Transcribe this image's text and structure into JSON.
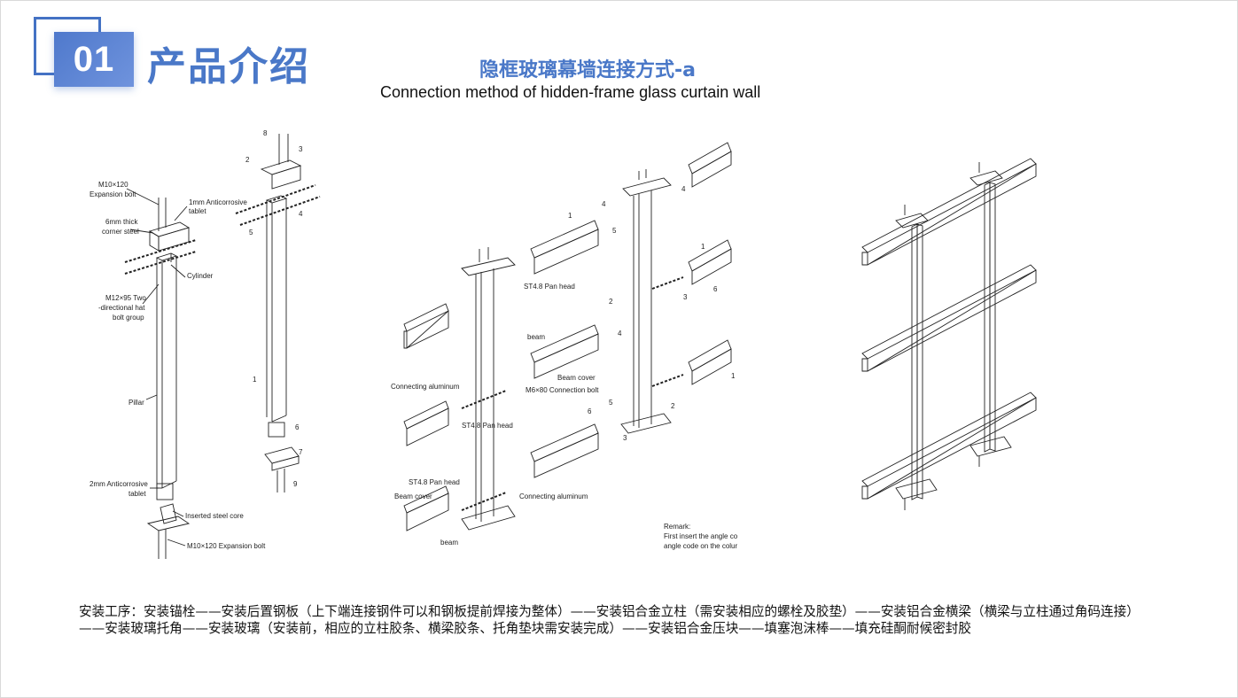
{
  "header": {
    "section_number": "01",
    "section_title": "产品介绍",
    "title_cn": "隐框玻璃幕墙连接方式-a",
    "title_en": "Connection method of hidden-frame glass curtain wall"
  },
  "diagram_labels": {
    "expansion_bolt_top": "M10×120",
    "expansion_bolt_top2": "Expansion bolt",
    "anticorrosive_1mm": "1mm Anticorrosive",
    "anticorrosive_1mm2": "tablet",
    "corner_steel": "6mm thick",
    "corner_steel2": "corner steel",
    "cylinder": "Cylinder",
    "hat_bolt": "M12×95 Two",
    "hat_bolt2": "-directional hat",
    "hat_bolt3": "bolt group",
    "pillar": "Pillar",
    "anticorrosive_2mm": "2mm Anticorrosive",
    "anticorrosive_2mm2": "tablet",
    "inserted_steel_core": "Inserted steel core",
    "expansion_bolt_bottom": "M10×120 Expansion bolt",
    "pan_head_1": "ST4.8 Pan head",
    "beam_1": "beam",
    "beam_cover_1": "Beam cover",
    "connection_bolt": "M6×80 Connection bolt",
    "connecting_aluminum_1": "Connecting aluminum",
    "pan_head_2": "ST4.8 Pan head",
    "pan_head_3": "ST4.8 Pan head",
    "beam_cover_2": "Beam cover",
    "connecting_aluminum_2": "Connecting aluminum",
    "beam_2": "beam",
    "remark_1": "Remark:",
    "remark_2": "First insert the angle co",
    "remark_3": "angle code on the colur",
    "n1": "1",
    "n2": "2",
    "n3": "3",
    "n4": "4",
    "n5": "5",
    "n6": "6",
    "n7": "7",
    "n8": "8",
    "n9": "9"
  },
  "process_text": "安装工序：安装锚栓——安装后置钢板（上下端连接钢件可以和钢板提前焊接为整体）——安装铝合金立柱（需安装相应的螺栓及胶垫）——安装铝合金横梁（横梁与立柱通过角码连接）——安装玻璃托角——安装玻璃（安装前，相应的立柱胶条、横梁胶条、托角垫块需安装完成）——安装铝合金压块——填塞泡沫棒——填充硅酮耐候密封胶",
  "colors": {
    "accent": "#4a78c8",
    "badge": "#4f79cc"
  }
}
